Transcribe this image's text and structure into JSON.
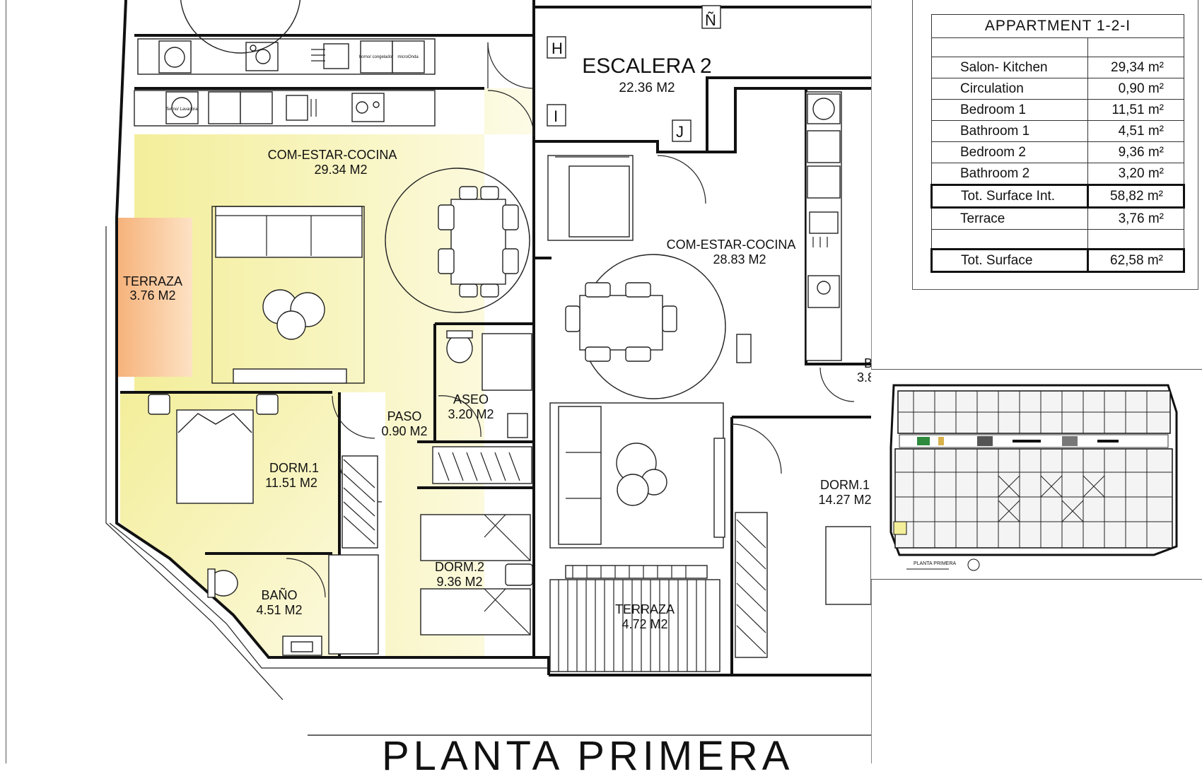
{
  "plan_title": "PLANTA PRIMERA",
  "colors": {
    "living_fill": "#fbf7c8",
    "terrace_fill": "#f7c28d",
    "wall": "#111111"
  },
  "rooms": {
    "living1": {
      "name": "COM-ESTAR-COCINA",
      "area": "29.34 M2"
    },
    "terraza1": {
      "name": "TERRAZA",
      "area": "3.76 M2"
    },
    "paso": {
      "name": "PASO",
      "area": "0.90 M2"
    },
    "aseo": {
      "name": "ASEO",
      "area": "3.20 M2"
    },
    "dorm1": {
      "name": "DORM.1",
      "area": "11.51 M2"
    },
    "dorm2": {
      "name": "DORM.2",
      "area": "9.36 M2"
    },
    "bano": {
      "name": "BAÑO",
      "area": "4.51 M2"
    },
    "escalera": {
      "name": "ESCALERA 2",
      "area": "22.36 M2"
    },
    "living2": {
      "name": "COM-ESTAR-COCINA",
      "area": "28.83 M2"
    },
    "dorm1b": {
      "name": "DORM.1",
      "area": "14.27 M2"
    },
    "terraza2": {
      "name": "TERRAZA",
      "area": "4.72 M2"
    },
    "cut_b": {
      "name": "B",
      "area": "3.8"
    }
  },
  "markers": [
    "H",
    "I",
    "J",
    "Ñ"
  ],
  "appliances": {
    "horno": "horno/ congelador",
    "micro": "microOnda",
    "lavadora": "Termo/ Lavadora"
  },
  "area_table": {
    "title": "APPARTMENT 1-2-I",
    "rows": [
      {
        "name": "Salon- Kitchen",
        "value": "29,34 m²"
      },
      {
        "name": "Circulation",
        "value": "0,90 m²"
      },
      {
        "name": "Bedroom 1",
        "value": "11,51 m²"
      },
      {
        "name": "Bathroom 1",
        "value": "4,51 m²"
      },
      {
        "name": "Bedroom 2",
        "value": "9,36 m²"
      },
      {
        "name": "Bathroom 2",
        "value": "3,20 m²"
      }
    ],
    "total_int": {
      "name": "Tot. Surface Int.",
      "value": "58,82 m²"
    },
    "terrace": {
      "name": "Terrace",
      "value": "3,76 m²"
    },
    "total": {
      "name": "Tot. Surface",
      "value": "62,58 m²"
    }
  },
  "key_plan": {
    "caption": "PLANTA PRIMERA"
  }
}
